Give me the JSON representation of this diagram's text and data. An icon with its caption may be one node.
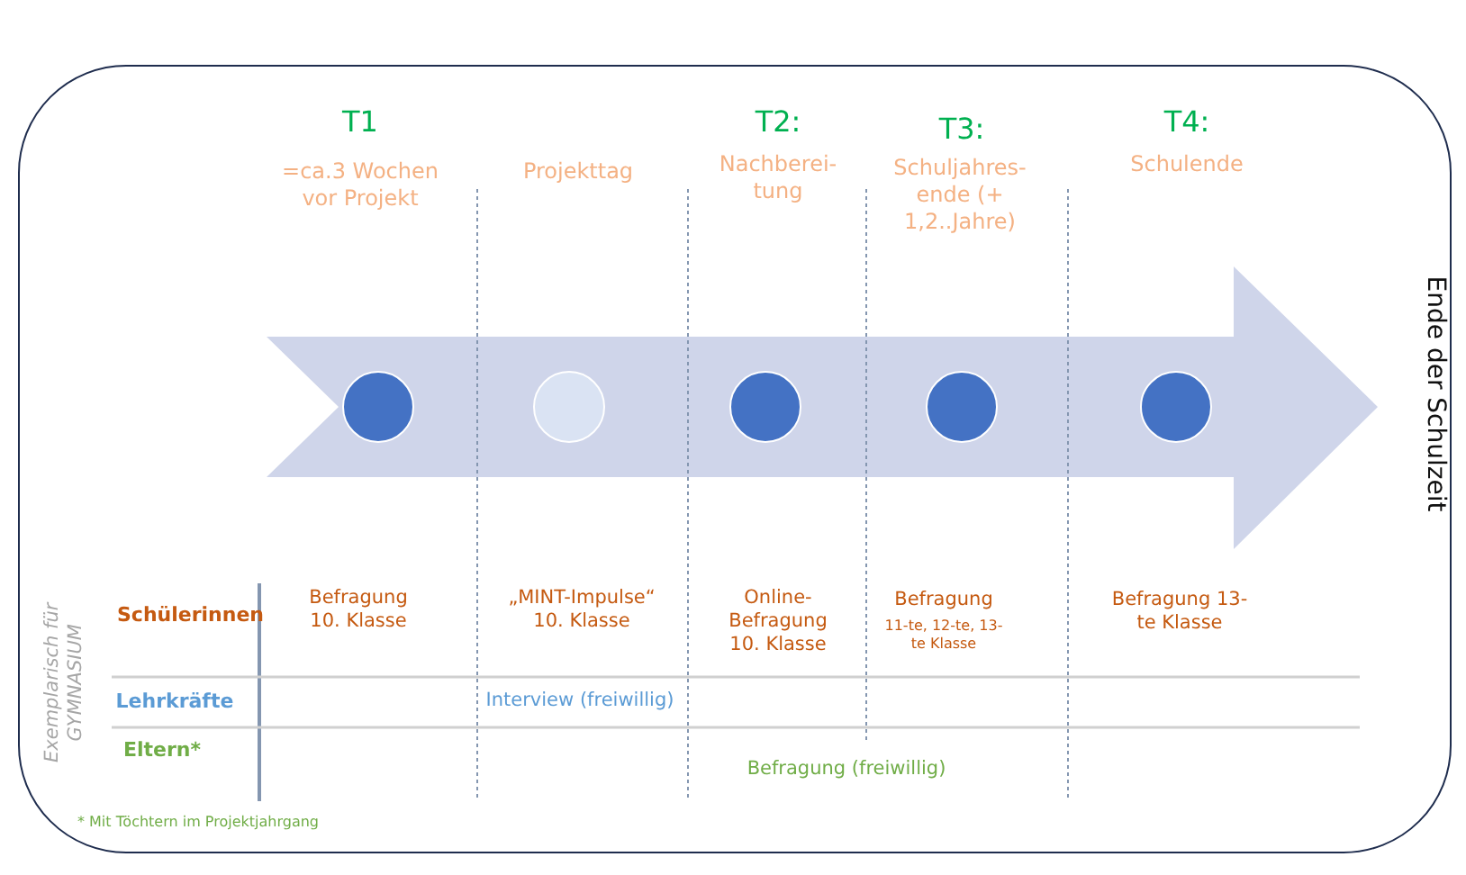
{
  "diagram": {
    "nodes": [
      {
        "text": [],
        "shape": "circle"
      },
      {
        "text": [],
        "shape": "circle"
      },
      {
        "text": [],
        "shape": "circle"
      },
      {
        "text": [],
        "shape": "circle"
      },
      {
        "text": [],
        "shape": "circle"
      }
    ],
    "labels": [
      "T1",
      "=ca.3 Wochen vor Projekt",
      "Projekttag",
      "T2:",
      "Nachberei- tung",
      "T3:",
      "Schuljahres- ende (+ 1,2..Jahre)",
      "T4:",
      "Schulende",
      "Ende der Schulzeit",
      "Exemplarisch für GYMNASIUM",
      "Schülerinnen",
      "Befragung 10. Klasse",
      "„MINT-Impulse“ 10. Klasse",
      "Online- Befragung 10. Klasse",
      "Befragung",
      "11-te, 12-te, 13- te Klasse",
      "Befragung 13-te Klasse",
      "Lehrkräfte",
      "Interview (freiwillig)",
      "Eltern*",
      "Befragung (freiwillig)",
      "* Mit Töchtern im Projektjahrgang"
    ]
  }
}
